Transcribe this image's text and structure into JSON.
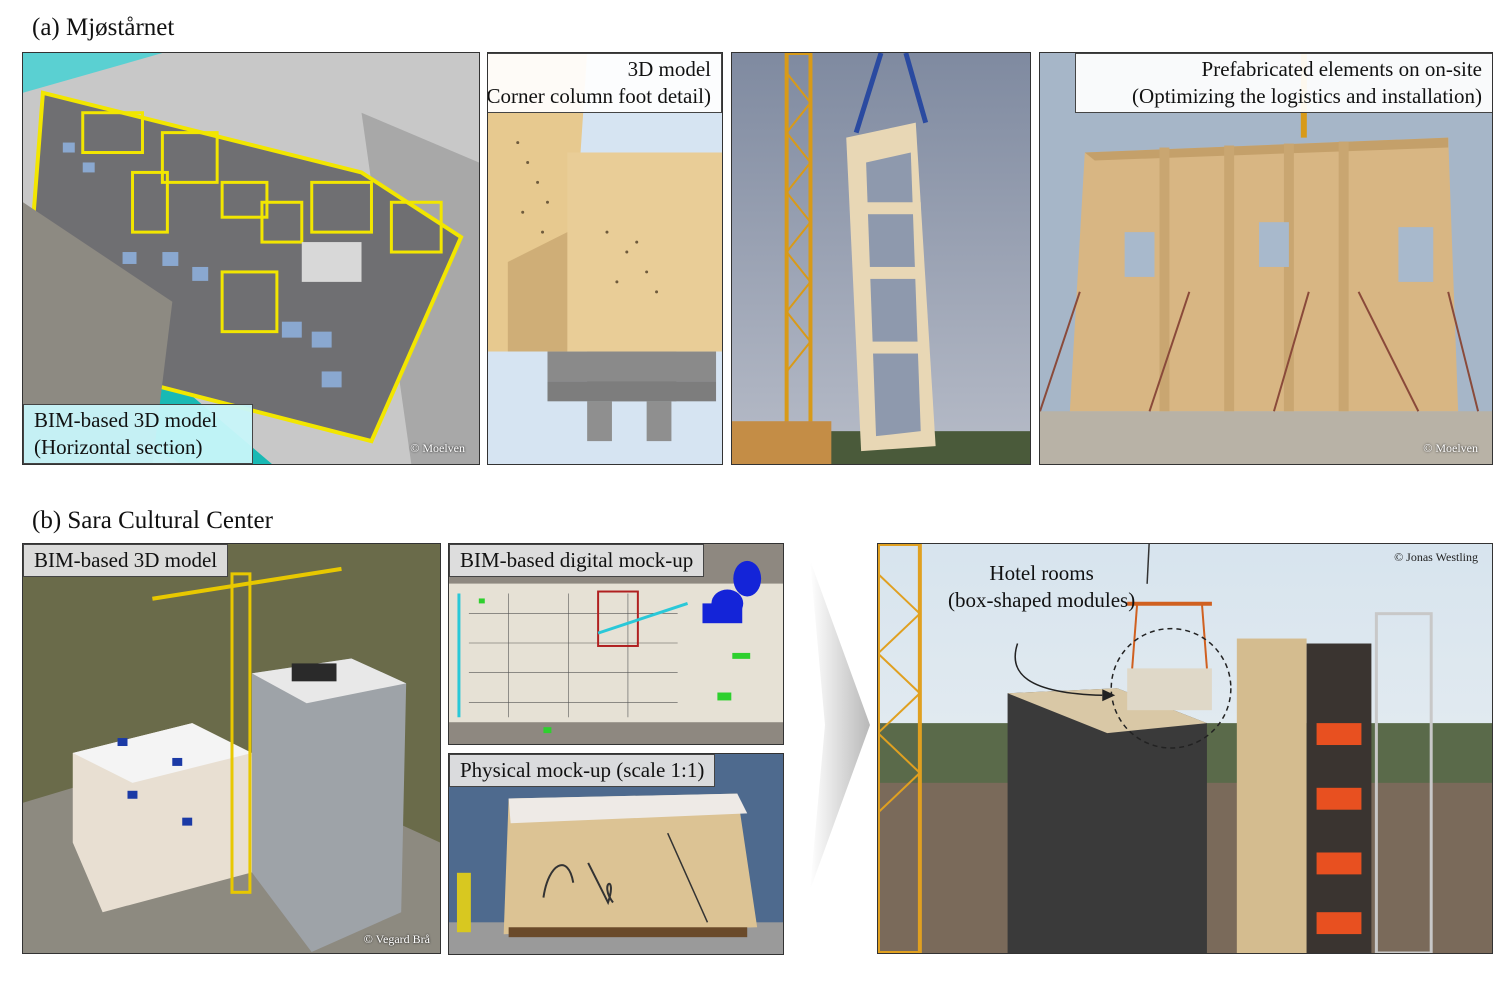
{
  "section_a": {
    "title": "(a) Mjøstårnet",
    "panels": [
      {
        "label": [
          "BIM-based 3D model",
          "(Horizontal section)"
        ],
        "credit": "© Moelven"
      },
      {
        "label": [
          "3D model",
          "(Corner column foot detail)"
        ]
      },
      {},
      {
        "label": [
          "Prefabricated elements on on-site",
          "(Optimizing  the logistics and installation)"
        ],
        "credit": "© Moelven"
      }
    ]
  },
  "section_b": {
    "title": "(b) Sara Cultural Center",
    "panels": [
      {
        "label": "BIM-based 3D model",
        "credit": "© Vegard Brå"
      },
      {
        "label": "BIM-based digital mock-up"
      },
      {
        "label": "Physical mock-up (scale 1:1)"
      },
      {
        "annotation": [
          "Hotel rooms",
          "(box-shaped modules)"
        ],
        "credit": "© Jonas Westling"
      }
    ]
  }
}
